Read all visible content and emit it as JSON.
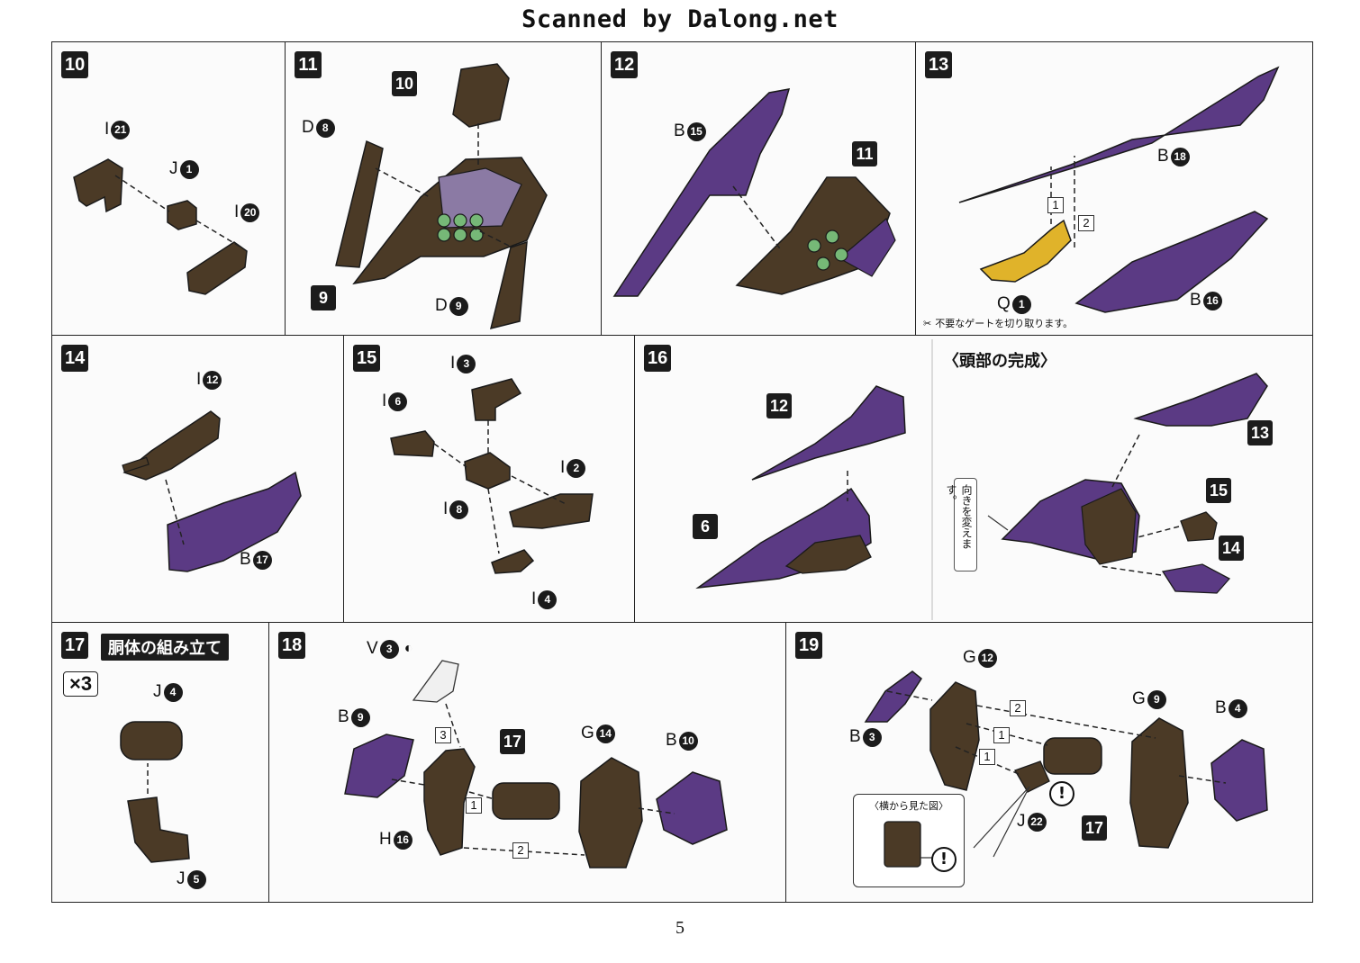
{
  "header": {
    "scan_credit": "Scanned by Dalong.net"
  },
  "colors": {
    "purple": "#5b3a84",
    "brown": "#4b3a26",
    "green": "#76b877",
    "yellow": "#e0b32a",
    "ink": "#1a1a1a"
  },
  "steps": {
    "s10": {
      "number": "10",
      "labels": [
        {
          "letter": "I",
          "num": "21"
        },
        {
          "letter": "J",
          "num": "1"
        },
        {
          "letter": "I",
          "num": "20"
        }
      ]
    },
    "s11": {
      "number": "11",
      "labels": [
        {
          "letter": "D",
          "num": "8"
        },
        {
          "letter": "D",
          "num": "9"
        }
      ],
      "refs": [
        "10",
        "9"
      ]
    },
    "s12": {
      "number": "12",
      "labels": [
        {
          "letter": "B",
          "num": "15"
        }
      ],
      "refs": [
        "11"
      ]
    },
    "s13": {
      "number": "13",
      "labels": [
        {
          "letter": "B",
          "num": "18"
        },
        {
          "letter": "Q",
          "num": "1"
        },
        {
          "letter": "B",
          "num": "16"
        }
      ],
      "order": [
        "1",
        "2"
      ],
      "note": "不要なゲートを切り取ります。"
    },
    "s14": {
      "number": "14",
      "labels": [
        {
          "letter": "I",
          "num": "12"
        },
        {
          "letter": "B",
          "num": "17"
        }
      ]
    },
    "s15": {
      "number": "15",
      "labels": [
        {
          "letter": "I",
          "num": "3"
        },
        {
          "letter": "I",
          "num": "6"
        },
        {
          "letter": "I",
          "num": "2"
        },
        {
          "letter": "I",
          "num": "8"
        },
        {
          "letter": "I",
          "num": "4"
        }
      ]
    },
    "s16": {
      "number": "16",
      "title": "〈頭部の完成〉",
      "refs": [
        "12",
        "6",
        "13",
        "15",
        "14"
      ],
      "vertical_note": "向きを変えます。"
    },
    "s17": {
      "number": "17",
      "title": "胴体の組み立て",
      "multiplier": "×3",
      "labels": [
        {
          "letter": "J",
          "num": "4"
        },
        {
          "letter": "J",
          "num": "5"
        }
      ]
    },
    "s18": {
      "number": "18",
      "labels": [
        {
          "letter": "V",
          "num": "3"
        },
        {
          "letter": "B",
          "num": "9"
        },
        {
          "letter": "G",
          "num": "14"
        },
        {
          "letter": "B",
          "num": "10"
        },
        {
          "letter": "H",
          "num": "16"
        }
      ],
      "refs": [
        "17"
      ],
      "order": [
        "3",
        "1",
        "2"
      ]
    },
    "s19": {
      "number": "19",
      "labels": [
        {
          "letter": "G",
          "num": "12"
        },
        {
          "letter": "G",
          "num": "9"
        },
        {
          "letter": "B",
          "num": "4"
        },
        {
          "letter": "B",
          "num": "3"
        },
        {
          "letter": "J",
          "num": "22"
        }
      ],
      "refs": [
        "17"
      ],
      "order": [
        "2",
        "1",
        "1"
      ],
      "side_view_caption": "〈横から見た図〉",
      "warning": "!"
    }
  },
  "footer": {
    "page_number": "5"
  }
}
